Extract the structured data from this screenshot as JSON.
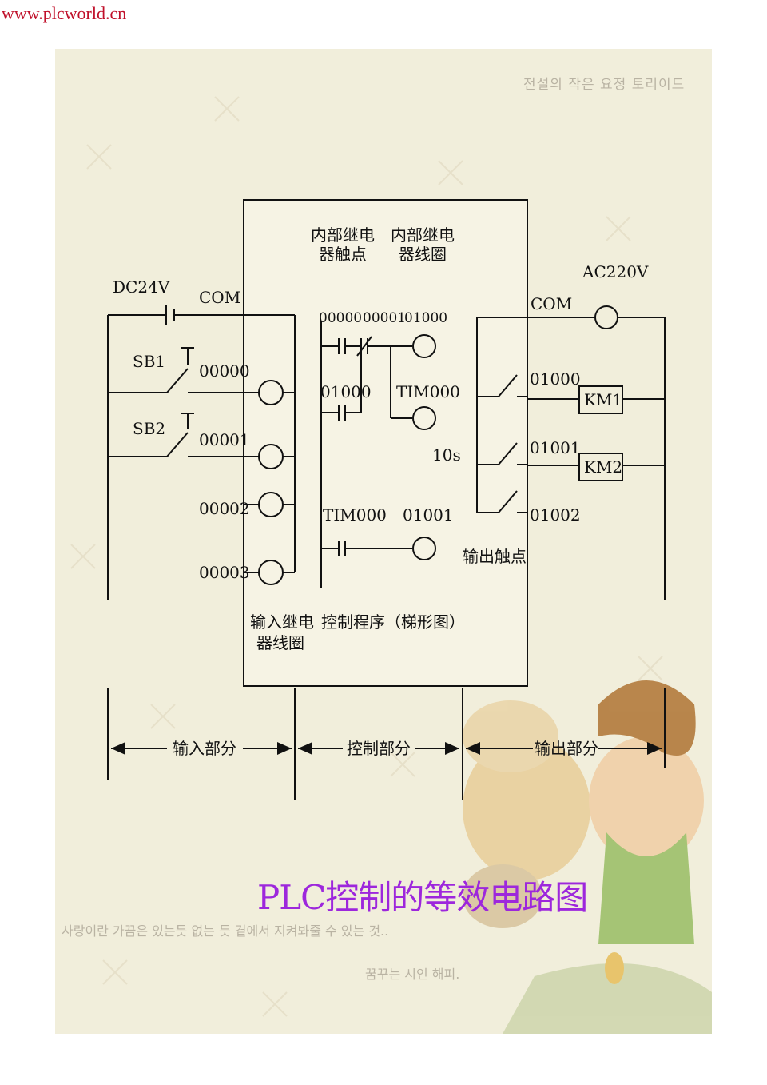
{
  "site_link": "www.plcworld.cn",
  "slide": {
    "korean_header": "전설의 작은 요정 토리이드",
    "korean_caption_1": "사랑이란 가끔은 있는듯 없는 듯 곁에서 지켜봐줄 수 있는 것..",
    "korean_caption_2": "꿈꾸는 시인 해피.",
    "title": "PLC控制的等效电路图"
  },
  "diagram": {
    "power_in": "DC24V",
    "power_out": "AC220V",
    "com_in": "COM",
    "com_out": "COM",
    "sb1": "SB1",
    "sb2": "SB2",
    "inputs": [
      "00000",
      "00001",
      "00002",
      "00003"
    ],
    "internal_contact_l1": "内部继电",
    "internal_contact_l2": "器触点",
    "internal_coil_l1": "内部继电",
    "internal_coil_l2": "器线圈",
    "rung1_c1": "00000",
    "rung1_c2": "00001",
    "rung1_coil": "01000",
    "rung2_c1": "01000",
    "rung2_coil": "TIM000",
    "timer_value": "10s",
    "rung3_c1": "TIM000",
    "rung3_coil": "01001",
    "outputs": [
      "01000",
      "01001",
      "01002"
    ],
    "km1": "KM1",
    "km2": "KM2",
    "output_contacts": "输出触点",
    "input_coil_l1": "输入继电",
    "input_coil_l2": "器线圈",
    "control_program": "控制程序（梯形图）",
    "section_input": "输入部分",
    "section_control": "控制部分",
    "section_output": "输出部分"
  }
}
